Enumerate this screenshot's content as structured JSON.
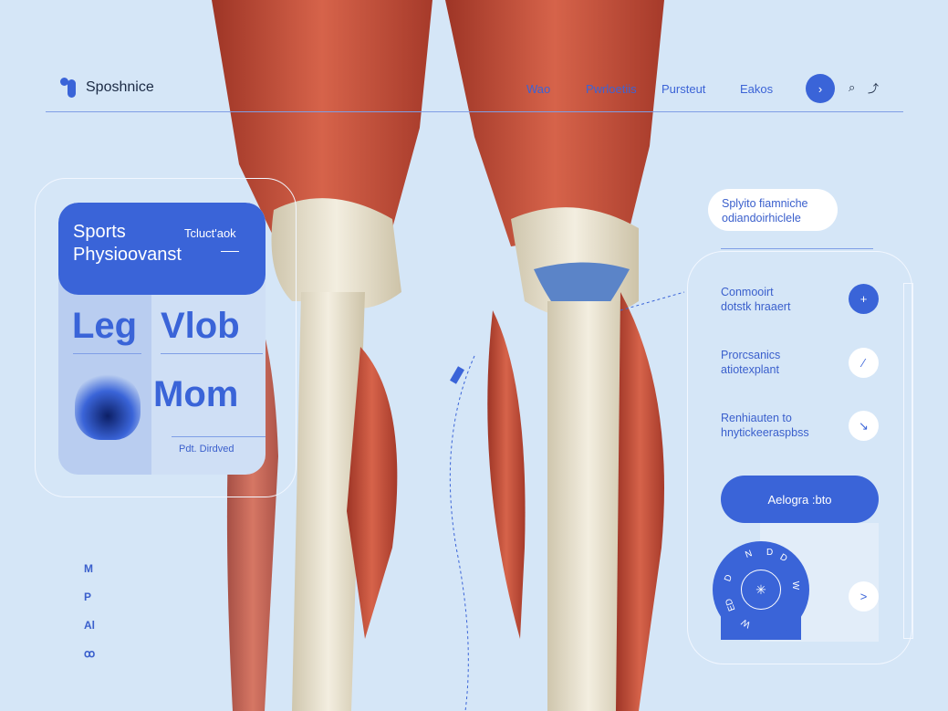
{
  "header": {
    "brand": "Sposhnice",
    "nav": [
      "Wao",
      "Pwrloetiis",
      "Pursteut",
      "Eakos"
    ],
    "next_icon": "chevron-right-icon",
    "search_icon": "search-icon",
    "share_icon": "share-icon"
  },
  "left_card": {
    "title_line1": "Sports",
    "title_line2": "Physioovanst",
    "tag": "Tcluct'aok",
    "big1": "Leg",
    "big2": "Vlob",
    "big3": "Mom",
    "caption": "Pdt. Dirdved"
  },
  "side_letters": [
    "M",
    "P",
    "Al",
    "ꝏ"
  ],
  "right_panel": {
    "pill_line1": "Splyito fiamniche",
    "pill_line2": "odiandoirhiclele",
    "items": [
      {
        "l1": "Conmooirt",
        "l2": "dotstk hraaert",
        "icon": "+"
      },
      {
        "l1": "Prorcsanics",
        "l2": "atiotexplant",
        "icon": "⁄"
      },
      {
        "l1": "Renhiauten to",
        "l2": "hnytickeeraspbss",
        "icon": "↘"
      }
    ],
    "cta": "Aelogra :bto",
    "dial_labels": [
      "N",
      "D",
      "D",
      "W",
      "D",
      "ED",
      "W"
    ],
    "dial_icon": "✳",
    "arrow": ">"
  },
  "colors": {
    "accent": "#3a64d8",
    "background": "#d5e6f7",
    "muscle": "#c4503a",
    "bone": "#e9e2cf"
  }
}
